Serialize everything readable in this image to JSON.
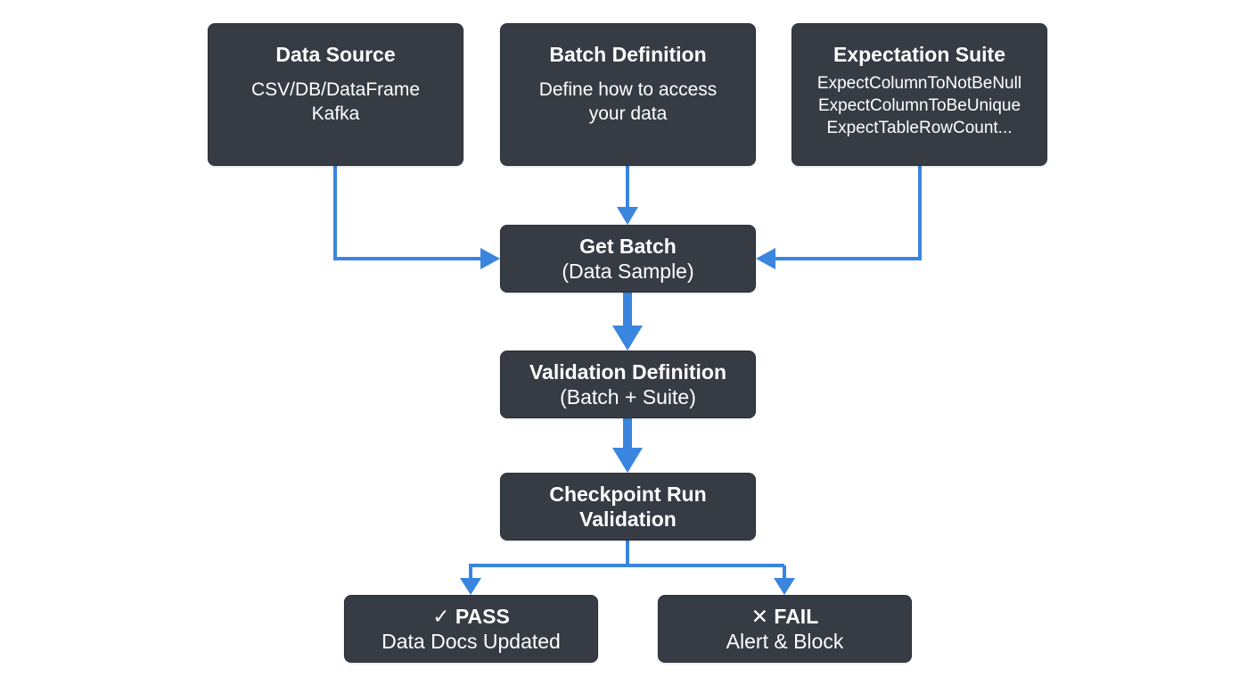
{
  "colors": {
    "node_fill": "#363b44",
    "node_text": "#ffffff",
    "edge": "#3a85dd",
    "background": "#ffffff"
  },
  "nodes": {
    "data_source": {
      "title": "Data Source",
      "lines": [
        "CSV/DB/DataFrame",
        "Kafka"
      ]
    },
    "batch_definition": {
      "title": "Batch Definition",
      "lines": [
        "Define how to access",
        "your data"
      ]
    },
    "expectation_suite": {
      "title": "Expectation Suite",
      "lines": [
        "ExpectColumnToNotBeNull",
        "ExpectColumnToBeUnique",
        "ExpectTableRowCount..."
      ]
    },
    "get_batch": {
      "title": "Get Batch",
      "subtitle": "(Data Sample)"
    },
    "validation_definition": {
      "title": "Validation Definition",
      "subtitle": "(Batch + Suite)"
    },
    "checkpoint": {
      "title": "Checkpoint Run",
      "title2": "Validation"
    },
    "pass": {
      "title": "✓ PASS",
      "subtitle": "Data Docs Updated"
    },
    "fail": {
      "title": "✕ FAIL",
      "subtitle": "Alert & Block"
    }
  },
  "edges": [
    {
      "from": "Data Source",
      "to": "Get Batch"
    },
    {
      "from": "Batch Definition",
      "to": "Get Batch"
    },
    {
      "from": "Expectation Suite",
      "to": "Get Batch"
    },
    {
      "from": "Get Batch",
      "to": "Validation Definition"
    },
    {
      "from": "Validation Definition",
      "to": "Checkpoint Run"
    },
    {
      "from": "Checkpoint Run",
      "to": "PASS"
    },
    {
      "from": "Checkpoint Run",
      "to": "FAIL"
    }
  ]
}
